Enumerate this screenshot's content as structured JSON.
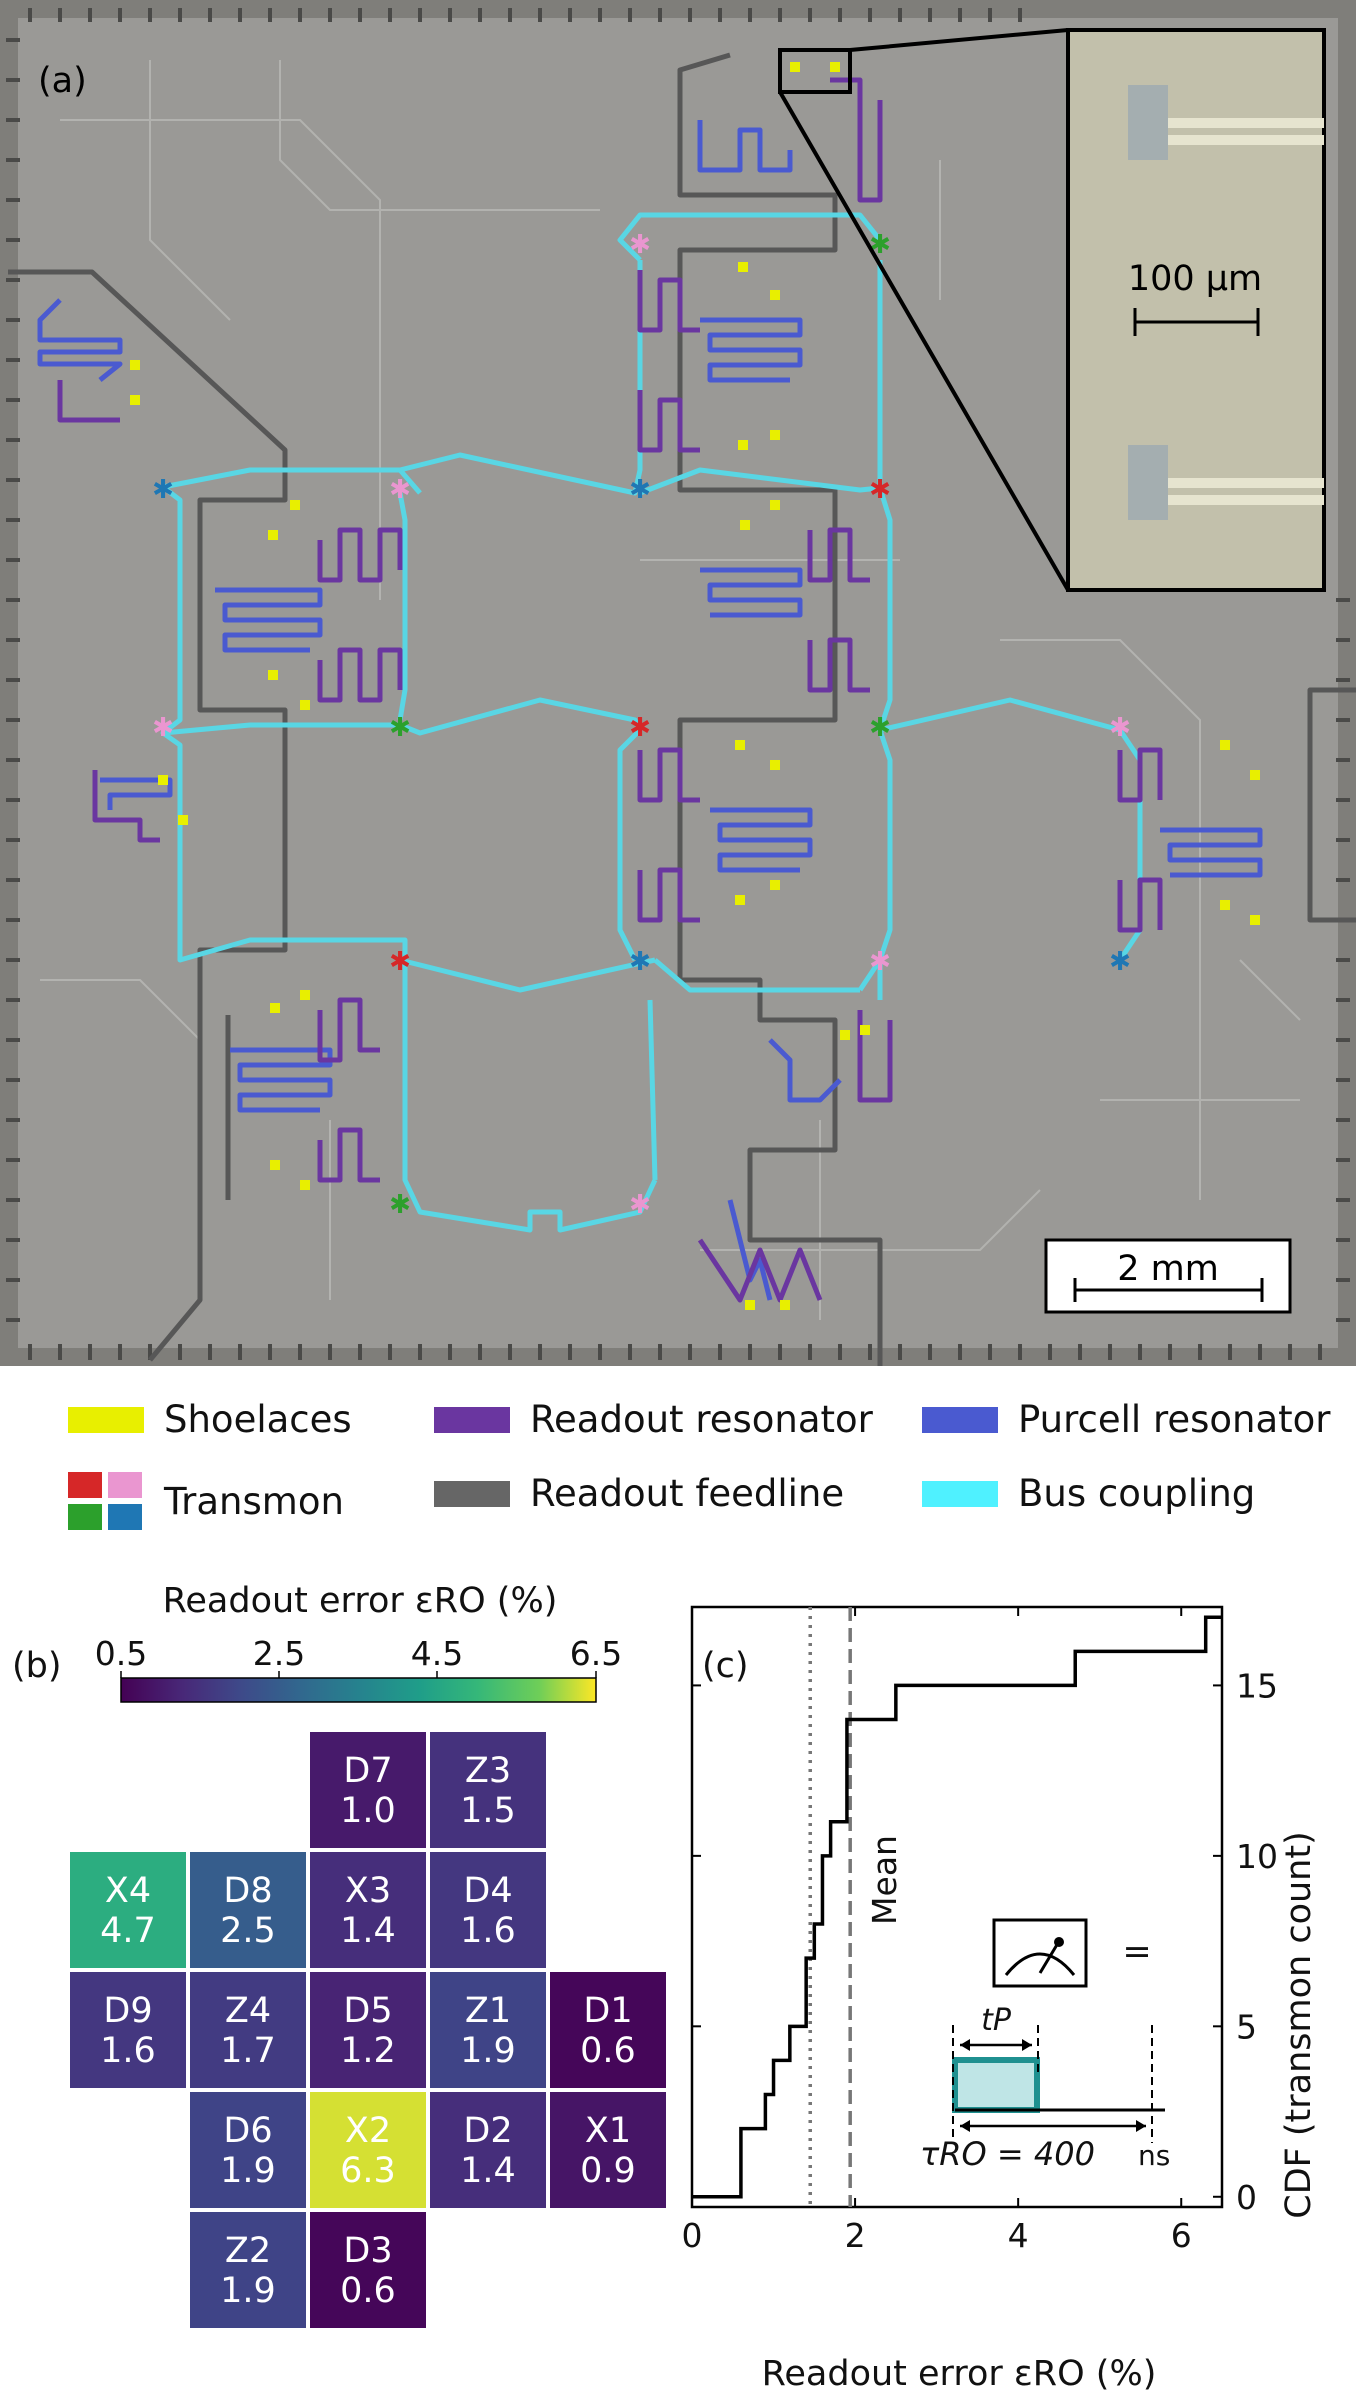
{
  "panel_a": {
    "label": "(a)",
    "inset_scalebar_label": "100 μm",
    "chip_scalebar_label": "2 mm"
  },
  "legend": {
    "items": [
      {
        "label": "Shoelaces",
        "color": "#e8ef00"
      },
      {
        "label": "Readout resonator",
        "color": "#6a36a0"
      },
      {
        "label": "Purcell resonator",
        "color": "#4a5ad0"
      },
      {
        "label": "Transmon",
        "colors": [
          "#d62728",
          "#ea96d0",
          "#2ca02c",
          "#1f77b4"
        ]
      },
      {
        "label": "Readout feedline",
        "color": "#666666"
      },
      {
        "label": "Bus coupling",
        "color": "#4ff1ff"
      }
    ]
  },
  "panel_b": {
    "label": "(b)",
    "colorbar_title": "Readout error εRO (%)",
    "colorbar_ticks": [
      "0.5",
      "2.5",
      "4.5",
      "6.5"
    ],
    "colormap": "viridis",
    "qubits": [
      {
        "name": "D7",
        "value": "1.0"
      },
      {
        "name": "Z3",
        "value": "1.5"
      },
      {
        "name": "X4",
        "value": "4.7"
      },
      {
        "name": "D8",
        "value": "2.5"
      },
      {
        "name": "X3",
        "value": "1.4"
      },
      {
        "name": "D4",
        "value": "1.6"
      },
      {
        "name": "D9",
        "value": "1.6"
      },
      {
        "name": "Z4",
        "value": "1.7"
      },
      {
        "name": "D5",
        "value": "1.2"
      },
      {
        "name": "Z1",
        "value": "1.9"
      },
      {
        "name": "D1",
        "value": "0.6"
      },
      {
        "name": "D6",
        "value": "1.9"
      },
      {
        "name": "X2",
        "value": "6.3"
      },
      {
        "name": "D2",
        "value": "1.4"
      },
      {
        "name": "X1",
        "value": "0.9"
      },
      {
        "name": "Z2",
        "value": "1.9"
      },
      {
        "name": "D3",
        "value": "0.6"
      }
    ]
  },
  "chart_data": {
    "type": "line",
    "label": "(c)",
    "xlabel": "Readout error εRO (%)",
    "ylabel": "CDF (transmon count)",
    "xlim": [
      0,
      6.5
    ],
    "ylim": [
      -0.3,
      17.3
    ],
    "xticks": [
      "0",
      "2",
      "4",
      "6"
    ],
    "yticks": [
      "0",
      "5",
      "10",
      "15"
    ],
    "series": [
      {
        "x": [
          0.6,
          0.6,
          0.9,
          1.0,
          1.2,
          1.4,
          1.4,
          1.5,
          1.6,
          1.6,
          1.7,
          1.9,
          1.9,
          1.9,
          2.5,
          4.7,
          6.3
        ],
        "y": [
          1,
          2,
          3,
          4,
          5,
          6,
          7,
          8,
          9,
          10,
          11,
          12,
          13,
          14,
          15,
          16,
          17
        ]
      }
    ],
    "vlines": [
      {
        "x": 1.45,
        "style": "dotted"
      },
      {
        "x": 1.94,
        "style": "dashed",
        "label": "Mean"
      }
    ],
    "inset": {
      "tp_label": "tP",
      "tau_label": "τRO = 400",
      "unit": "ns",
      "equals": "="
    }
  }
}
